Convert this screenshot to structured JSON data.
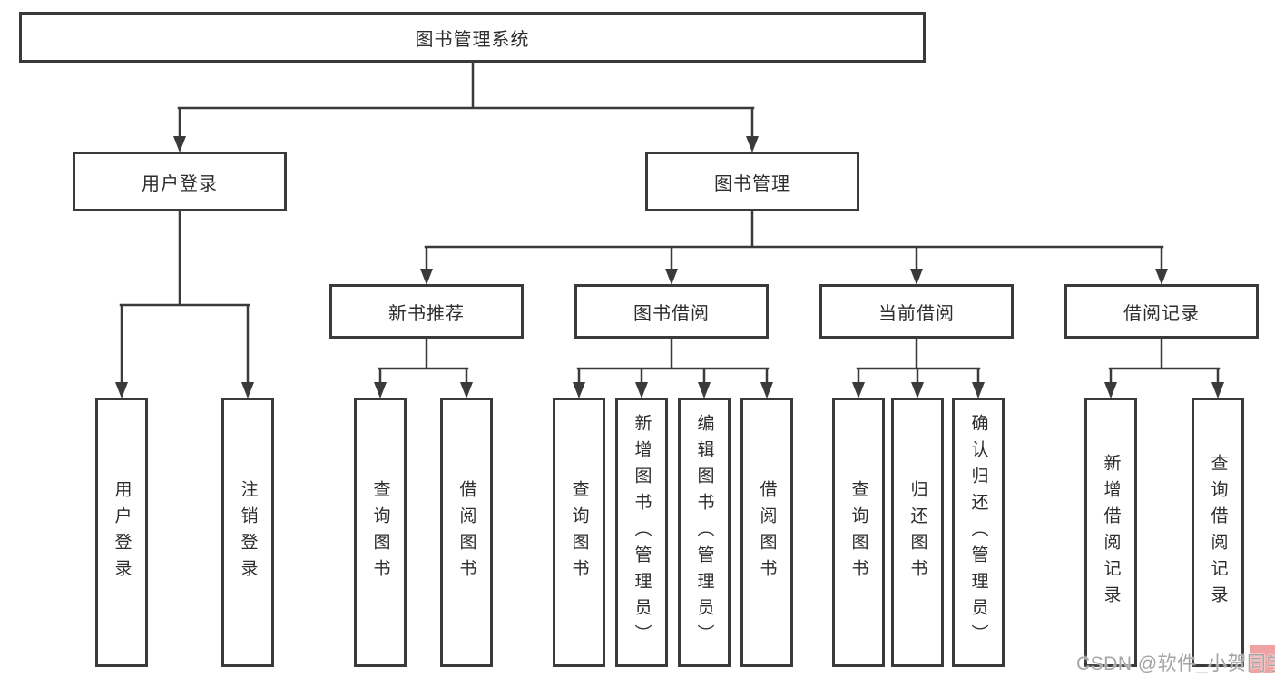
{
  "tree": {
    "label": "图书管理系统",
    "children": [
      {
        "label": "用户登录",
        "children": [
          {
            "label": "用户登录"
          },
          {
            "label": "注销登录"
          }
        ]
      },
      {
        "label": "图书管理",
        "children": [
          {
            "label": "新书推荐",
            "children": [
              {
                "label": "查询图书"
              },
              {
                "label": "借阅图书"
              }
            ]
          },
          {
            "label": "图书借阅",
            "children": [
              {
                "label": "查询图书"
              },
              {
                "label": "新增图书（管理员）"
              },
              {
                "label": "编辑图书（管理员）"
              },
              {
                "label": "借阅图书"
              }
            ]
          },
          {
            "label": "当前借阅",
            "children": [
              {
                "label": "查询图书"
              },
              {
                "label": "归还图书"
              },
              {
                "label": "确认归还（管理员）"
              }
            ]
          },
          {
            "label": "借阅记录",
            "children": [
              {
                "label": "新增借阅记录"
              },
              {
                "label": "查询借阅记录"
              }
            ]
          }
        ]
      }
    ]
  },
  "watermark": {
    "text": "CSDN @软件_小贺同学",
    "highlight_color": "#f0a2a2"
  },
  "colors": {
    "line": "#3a3a3a",
    "box_border": "#3a3a3a",
    "text": "#2d2d2d",
    "background": "#ffffff",
    "watermark_text": "#a5a5a5"
  }
}
